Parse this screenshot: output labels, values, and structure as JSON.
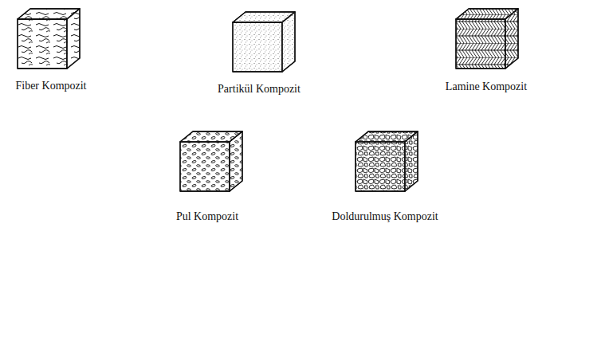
{
  "diagram": {
    "labels": [
      "Fiber Kompozit",
      "Partikül Kompozit",
      "Lamine Kompozit",
      "Pul Kompozit",
      "Doldurulmuş Kompozit"
    ]
  }
}
